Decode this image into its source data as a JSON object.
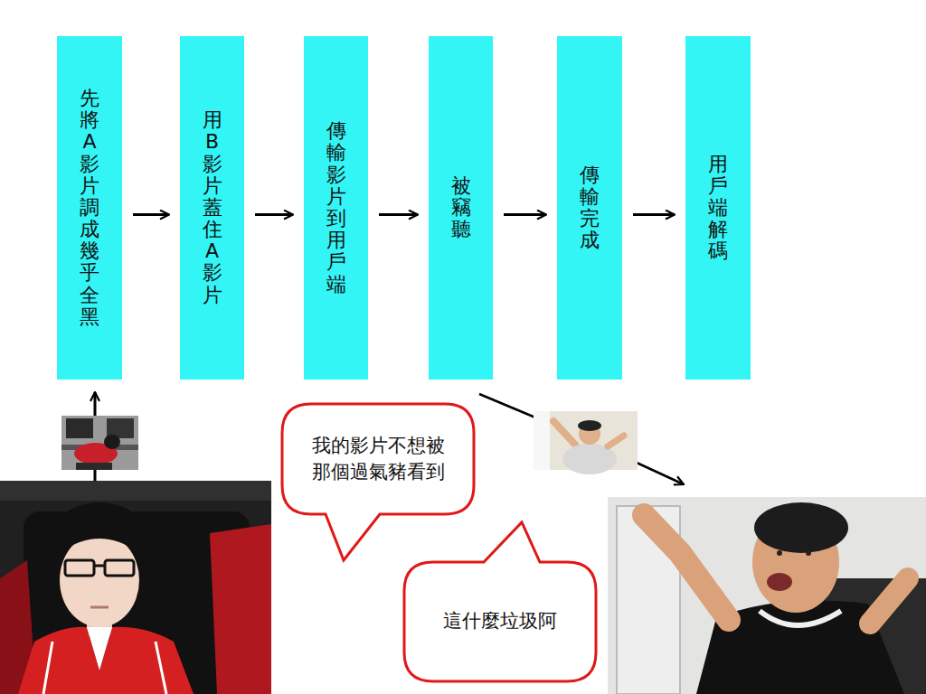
{
  "diagram": {
    "nodes": [
      {
        "text": [
          "先將A影片調成幾乎全黑"
        ]
      },
      {
        "text": [
          "用B影片蓋住A影片"
        ]
      },
      {
        "text": [
          "傳輸影片到用戶端"
        ]
      },
      {
        "text": [
          "被竊聽"
        ]
      },
      {
        "text": [
          "傳輸完成"
        ]
      },
      {
        "text": [
          "用戶端解碼"
        ]
      },
      {
        "text": [
          "我的影片不想被 那個過氣豬看到"
        ]
      },
      {
        "text": [
          "這什麼垃圾阿"
        ]
      }
    ],
    "edges": [
      {
        "from": 0,
        "to": 1,
        "arrow": "to"
      },
      {
        "from": 1,
        "to": 2,
        "arrow": "to"
      },
      {
        "from": 2,
        "to": 3,
        "arrow": "to"
      },
      {
        "from": 3,
        "to": 4,
        "arrow": "to"
      },
      {
        "from": 4,
        "to": 5,
        "arrow": "to"
      }
    ]
  }
}
